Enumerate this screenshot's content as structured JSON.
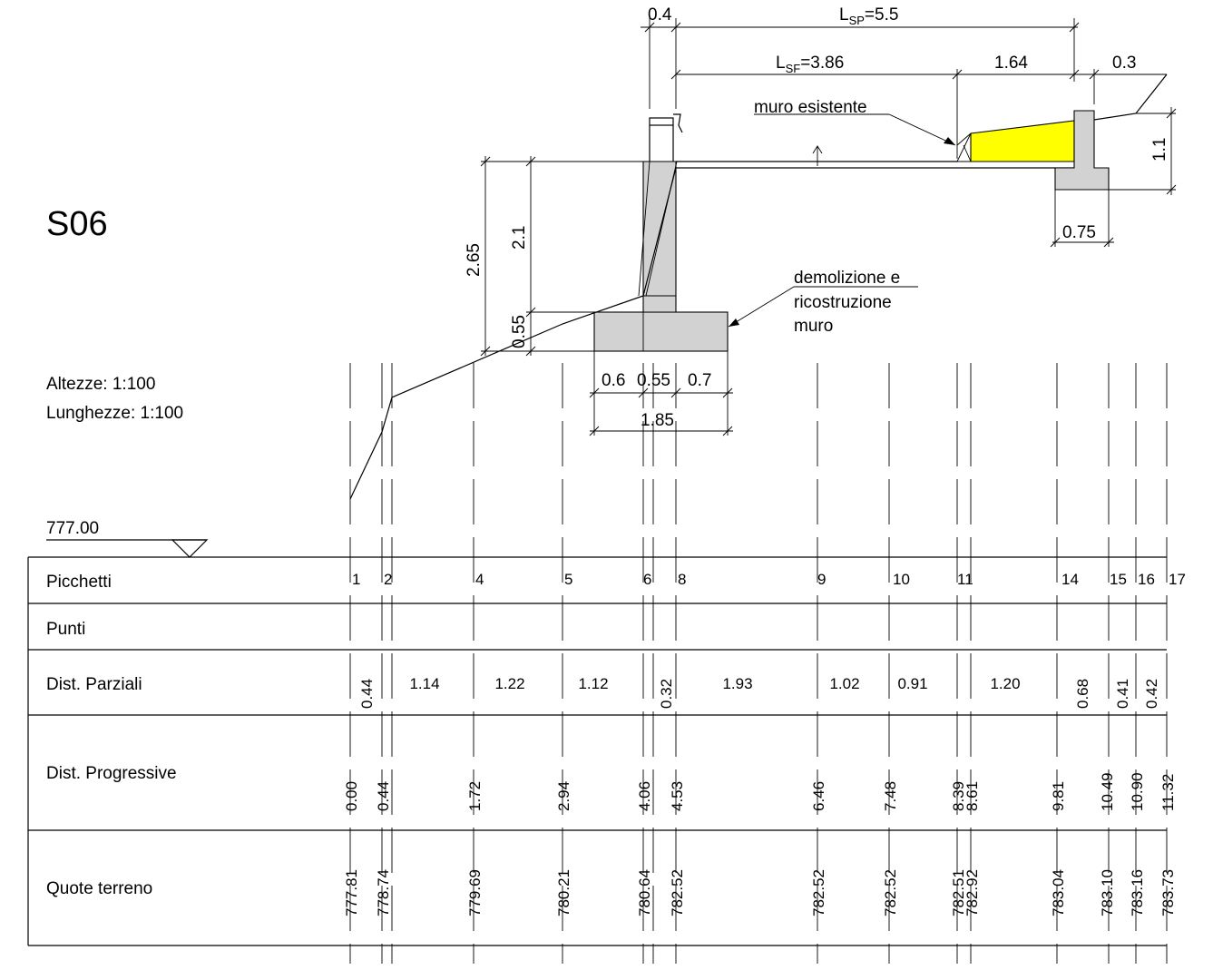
{
  "section": {
    "name": "S06",
    "scale_heights": "Altezze:  1:100",
    "scale_lengths": "Lunghezze: 1:100",
    "datum": "777.00"
  },
  "table": {
    "row_labels": [
      "Picchetti",
      "Punti",
      "Dist. Parziali",
      "Dist. Progressive",
      "Quote terreno"
    ],
    "picchetti": [
      "1",
      "2",
      "4",
      "5",
      "6",
      "8",
      "9",
      "10",
      "11",
      "14",
      "15",
      "16",
      "17"
    ],
    "parziali": [
      "0.44",
      "1.14",
      "1.22",
      "1.12",
      "0.32",
      "1.93",
      "1.02",
      "0.91",
      "1.20",
      "0.68",
      "0.41",
      "0.42"
    ],
    "progressive": [
      "0.00",
      "0.44",
      "1.72",
      "2.94",
      "4.06",
      "4.53",
      "6.46",
      "7.48",
      "8.39",
      "8.61",
      "9.81",
      "10.49",
      "10.90",
      "11.32"
    ],
    "quote": [
      "777.81",
      "778.74",
      "779.69",
      "780.21",
      "780.64",
      "782.52",
      "782.52",
      "782.52",
      "782.51",
      "782.92",
      "783.04",
      "783.10",
      "783.16",
      "783.73"
    ]
  },
  "dimensions": {
    "top_width": "0.4",
    "lsp_value": "=5.5",
    "lsf_value": "=3.86",
    "d_164": "1.64",
    "d_03": "0.3",
    "d_11": "1.1",
    "d_075": "0.75",
    "d_265": "2.65",
    "d_21": "2.1",
    "d_055v": "0.55",
    "d_06": "0.6",
    "d_055h": "0.55",
    "d_07": "0.7",
    "d_185": "1.85",
    "sym_l": "L",
    "sub_sp": "SP",
    "sub_sf": "SF"
  },
  "notes": {
    "existing_wall": "muro esistente",
    "demolition_1": "demolizione e",
    "demolition_2": "ricostruzione",
    "demolition_3": "muro"
  },
  "colors": {
    "concrete": "#d2d2d2",
    "highlight": "#ffff00"
  }
}
